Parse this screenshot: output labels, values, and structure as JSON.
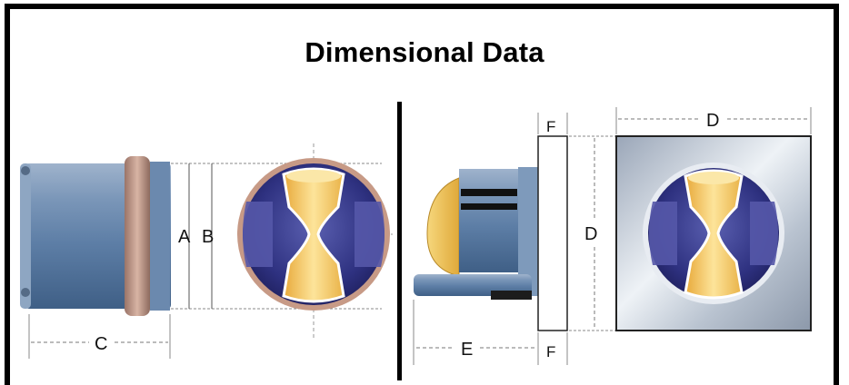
{
  "title": "Dimensional Data",
  "labels": {
    "A": "A",
    "B": "B",
    "C": "C",
    "D_top": "D",
    "D_side": "D",
    "E": "E",
    "F_top": "F",
    "F_bottom": "F"
  },
  "colors": {
    "frame": "#000000",
    "body_blue": "#6f8fb3",
    "ring_copper": "#b08a7a",
    "lens_yellow": "#f4c95a",
    "lens_navy": "#2c2f78",
    "plate_steel": "#c9d1dc",
    "dim_line": "#777777"
  }
}
